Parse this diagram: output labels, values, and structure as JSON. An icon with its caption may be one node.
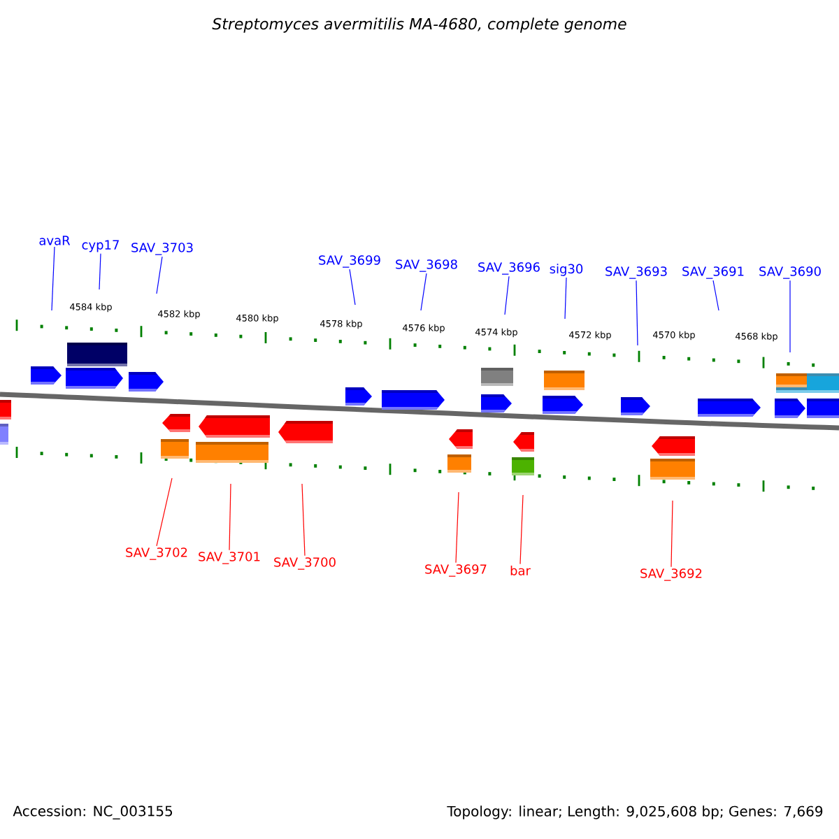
{
  "diagram": {
    "title": "Streptomyces avermitilis MA-4680, complete genome",
    "nodes": [
      {
        "text": [
          "avaR"
        ]
      },
      {
        "text": [
          "cyp17"
        ]
      },
      {
        "text": [
          "SAV_3703"
        ]
      },
      {
        "text": [
          "SAV_3699"
        ]
      },
      {
        "text": [
          "SAV_3698"
        ]
      },
      {
        "text": [
          "SAV_3696"
        ]
      },
      {
        "text": [
          "sig30"
        ]
      },
      {
        "text": [
          "SAV_3693"
        ]
      },
      {
        "text": [
          "SAV_3691"
        ]
      },
      {
        "text": [
          "SAV_3690"
        ]
      },
      {
        "text": [
          "SAV_3702"
        ]
      },
      {
        "text": [
          "SAV_3701"
        ]
      },
      {
        "text": [
          "SAV_3700"
        ]
      },
      {
        "text": [
          "SAV_3697"
        ]
      },
      {
        "text": [
          "bar"
        ]
      },
      {
        "text": [
          "SAV_3692"
        ]
      }
    ],
    "edges": [
      {
        "from": 0,
        "to": null,
        "arrow": "none",
        "color": "#0000ff"
      },
      {
        "from": 1,
        "to": null,
        "arrow": "none",
        "color": "#0000ff"
      },
      {
        "from": 2,
        "to": null,
        "arrow": "none",
        "color": "#0000ff"
      },
      {
        "from": 3,
        "to": null,
        "arrow": "none",
        "color": "#0000ff"
      },
      {
        "from": 4,
        "to": null,
        "arrow": "none",
        "color": "#0000ff"
      },
      {
        "from": 5,
        "to": null,
        "arrow": "none",
        "color": "#0000ff"
      },
      {
        "from": 6,
        "to": null,
        "arrow": "none",
        "color": "#0000ff"
      },
      {
        "from": 7,
        "to": null,
        "arrow": "none",
        "color": "#0000ff"
      },
      {
        "from": 8,
        "to": null,
        "arrow": "none",
        "color": "#0000ff"
      },
      {
        "from": 9,
        "to": null,
        "arrow": "none",
        "color": "#0000ff"
      },
      {
        "from": 10,
        "to": null,
        "arrow": "none",
        "color": "#ff0000"
      },
      {
        "from": 11,
        "to": null,
        "arrow": "none",
        "color": "#ff0000"
      },
      {
        "from": 12,
        "to": null,
        "arrow": "none",
        "color": "#ff0000"
      },
      {
        "from": 13,
        "to": null,
        "arrow": "none",
        "color": "#ff0000"
      },
      {
        "from": 14,
        "to": null,
        "arrow": "none",
        "color": "#ff0000"
      },
      {
        "from": 15,
        "to": null,
        "arrow": "none",
        "color": "#ff0000"
      }
    ],
    "labels": [
      "4584 kbp",
      "4582 kbp",
      "4580 kbp",
      "4578 kbp",
      "4576 kbp",
      "4574 kbp",
      "4572 kbp",
      "4570 kbp",
      "4568 kbp",
      "Accession: NC_003155",
      "Topology: linear; Length: 9,025,608 bp; Genes: 7,669"
    ]
  }
}
